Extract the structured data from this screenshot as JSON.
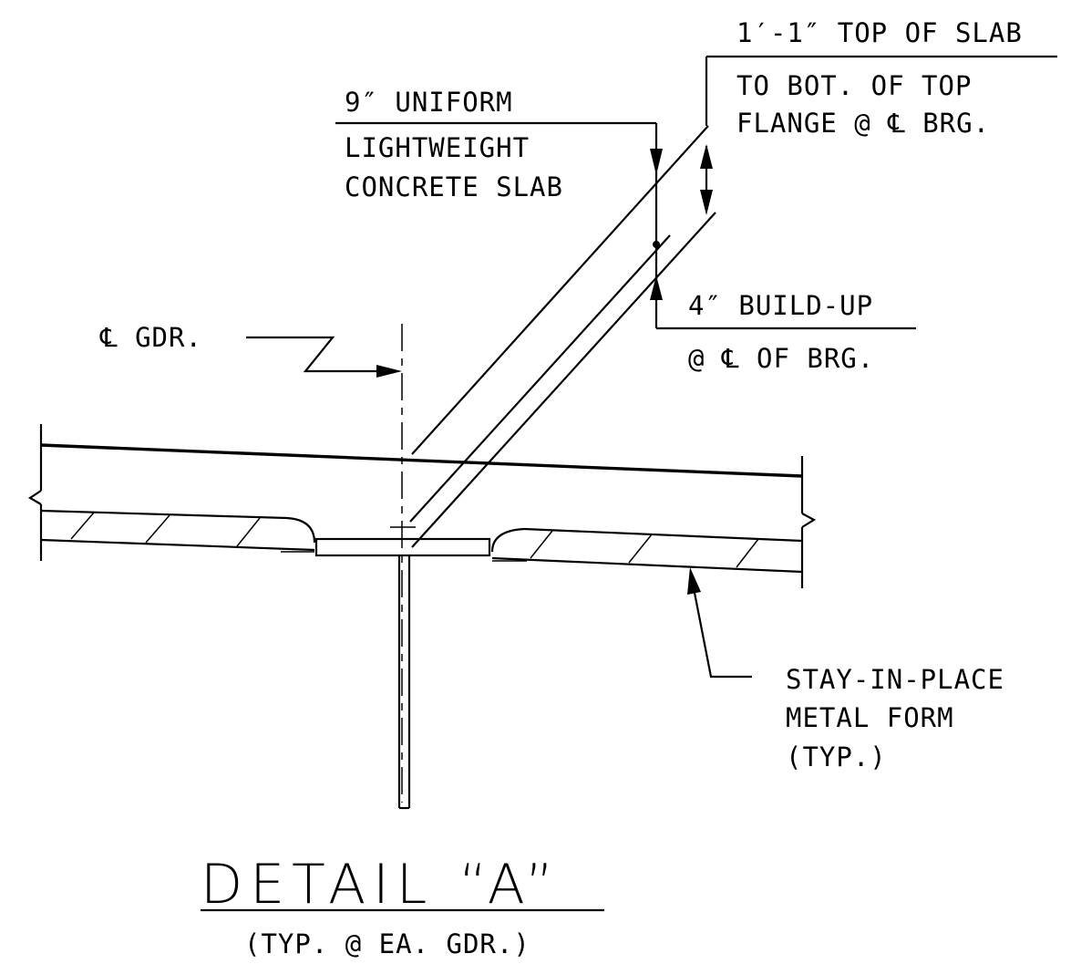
{
  "labels": {
    "top_of_slab_line1": "1′-1″ TOP OF SLAB",
    "top_of_slab_line2": "TO BOT. OF TOP",
    "top_of_slab_line3": "FLANGE @ ℄ BRG.",
    "uniform_line1": "9″ UNIFORM",
    "uniform_line2": "LIGHTWEIGHT",
    "uniform_line3": "CONCRETE SLAB",
    "buildup_line1": "4″ BUILD-UP",
    "buildup_line2": "@ ℄ OF BRG.",
    "cl_girder": "℄ GDR.",
    "form_line1": "STAY-IN-PLACE",
    "form_line2": "METAL FORM",
    "form_line3": "(TYP.)"
  },
  "title": {
    "main": "DETAIL “A”",
    "sub": "(TYP. @ EA. GDR.)"
  },
  "colors": {
    "ink": "#000000",
    "paper": "#ffffff"
  }
}
